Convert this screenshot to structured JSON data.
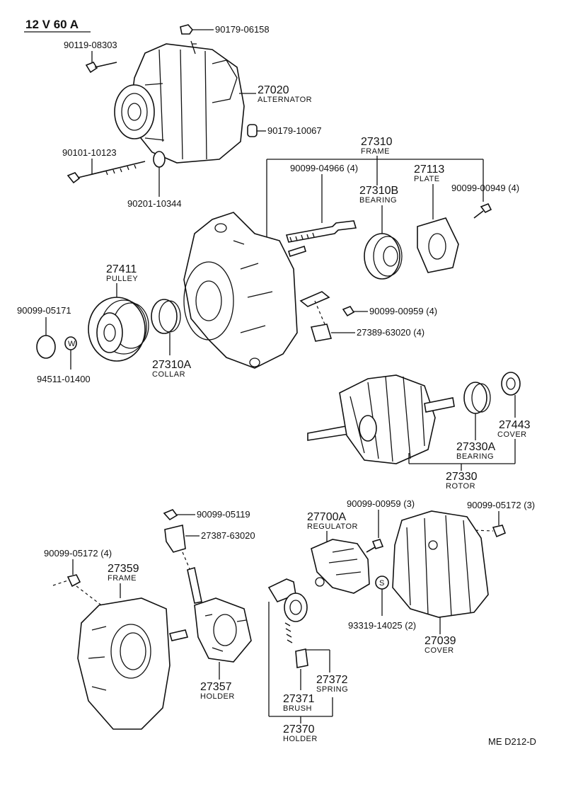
{
  "header": {
    "spec": "12 V  60  A"
  },
  "footer": {
    "code": "ME  D212-D"
  },
  "labels": {
    "p90179_06158": "90179-06158",
    "p90119_08303": "90119-08303",
    "p27020": "27020",
    "n27020": "ALTERNATOR",
    "p90179_10067": "90179-10067",
    "p90101_10123": "90101-10123",
    "p90201_10344": "90201-10344",
    "p27310": "27310",
    "n27310": "FRAME",
    "p90099_04966": "90099-04966 (4)",
    "p27113": "27113",
    "n27113": "PLATE",
    "p27310B": "27310B",
    "n27310B": "BEARING",
    "p90099_00949": "90099-00949 (4)",
    "p27411": "27411",
    "n27411": "PULLEY",
    "p90099_05171": "90099-05171",
    "p94511_01400": "94511-01400",
    "p27310A": "27310A",
    "n27310A": "COLLAR",
    "p90099_00959a": "90099-00959 (4)",
    "p27389_63020": "27389-63020 (4)",
    "p27443": "27443",
    "n27443": "COVER",
    "p27330A": "27330A",
    "n27330A": "BEARING",
    "p27330": "27330",
    "n27330": "ROTOR",
    "p90099_05119": "90099-05119",
    "p27387_63020": "27387-63020",
    "p27700A": "27700A",
    "n27700A": "REGULATOR",
    "p90099_00959b": "90099-00959 (3)",
    "p90099_05172a": "90099-05172 (3)",
    "p90099_05172b": "90099-05172 (4)",
    "p27359": "27359",
    "n27359": "FRAME",
    "p93319_14025": "93319-14025 (2)",
    "p27039": "27039",
    "n27039": "COVER",
    "p27357": "27357",
    "n27357": "HOLDER",
    "p27372": "27372",
    "n27372": "SPRING",
    "p27371": "27371",
    "n27371": "BRUSH",
    "p27370": "27370",
    "n27370": "HOLDER"
  }
}
